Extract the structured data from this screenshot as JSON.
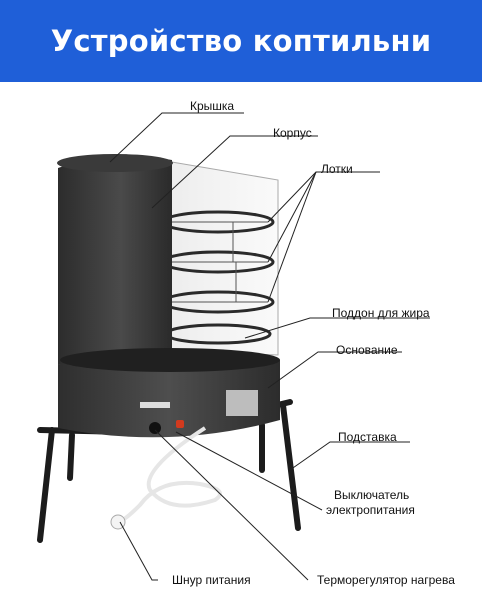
{
  "title": "Устройство коптильни",
  "labels": {
    "lid": "Крышка",
    "body": "Корпус",
    "trays": "Лотки",
    "fat_tray": "Поддон для жира",
    "base": "Основание",
    "stand": "Подставка",
    "switch_line1": "Выключатель",
    "switch_line2": "электропитания",
    "cord": "Шнур питания",
    "thermostat": "Терморегулятор нагрева"
  },
  "colors": {
    "banner": "#1f5fd8",
    "banner_text": "#ffffff",
    "body_metal": "#3a3a3a",
    "leader": "#222222"
  }
}
